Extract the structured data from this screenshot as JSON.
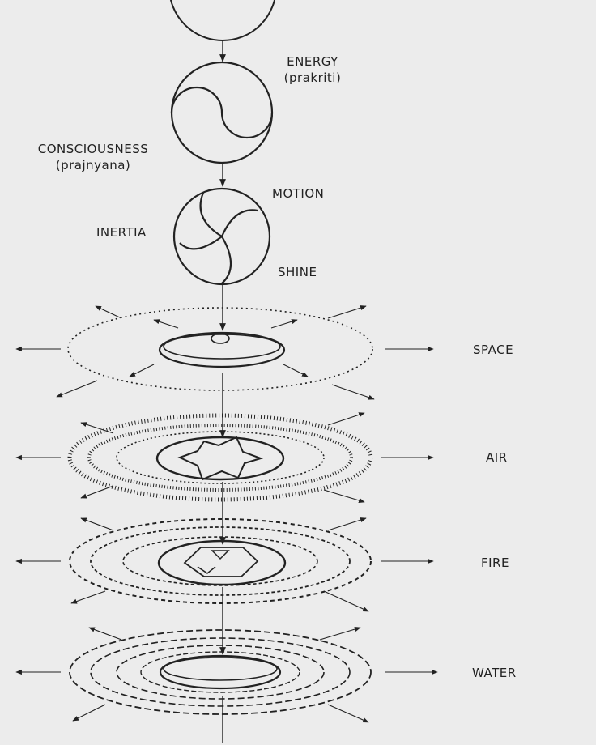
{
  "labels": {
    "energy": "ENERGY",
    "energy_sub": "(prakriti)",
    "consciousness": "CONSCIOUSNESS",
    "consciousness_sub": "(prajnyana)",
    "motion": "MOTION",
    "inertia": "INERTIA",
    "shine": "SHINE",
    "space": "SPACE",
    "air": "AIR",
    "fire": "FIRE",
    "water": "WATER"
  },
  "colors": {
    "background": "#ececec",
    "ink": "#222222"
  }
}
